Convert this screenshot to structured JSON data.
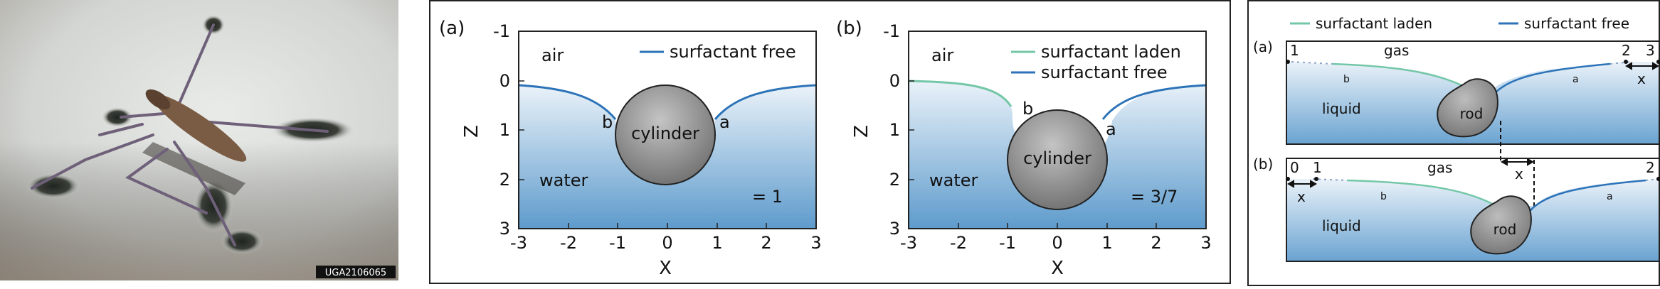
{
  "photo": {
    "watermark": "UGA2106065"
  },
  "center": {
    "panel_a": {
      "letter": "(a)",
      "air_label": "air",
      "water_label": "water",
      "cylinder_label": "cylinder",
      "contact_left": "b",
      "contact_right": "a",
      "legend": [
        {
          "label": "surfactant free",
          "color": "#2c73b8"
        }
      ],
      "ratio_text": "= 1",
      "xlabel": "X",
      "ylabel": "Z",
      "xticks": [
        "-3",
        "-2",
        "-1",
        "0",
        "1",
        "2",
        "3"
      ],
      "yticks": [
        "-1",
        "0",
        "1",
        "2",
        "3"
      ]
    },
    "panel_b": {
      "letter": "(b)",
      "air_label": "air",
      "water_label": "water",
      "cylinder_label": "cylinder",
      "contact_left": "b",
      "contact_right": "a",
      "legend": [
        {
          "label": "surfactant laden",
          "color": "#74c7a7"
        },
        {
          "label": "surfactant free",
          "color": "#2c73b8"
        }
      ],
      "ratio_text": "= 3/7",
      "xlabel": "X",
      "ylabel": "Z",
      "xticks": [
        "-3",
        "-2",
        "-1",
        "0",
        "1",
        "2",
        "3"
      ],
      "yticks": [
        "-1",
        "0",
        "1",
        "2",
        "3"
      ]
    }
  },
  "right": {
    "legend": [
      {
        "label": "surfactant laden",
        "color": "#74c7a7"
      },
      {
        "label": "surfactant free",
        "color": "#2c73b8"
      }
    ],
    "panel_a": {
      "letter": "(a)",
      "gas_label": "gas",
      "liquid_label": "liquid",
      "rod_label": "rod",
      "pt1": "1",
      "pt2": "2",
      "pt3": "3",
      "small_b": "b",
      "small_a": "a",
      "x_label": "x"
    },
    "panel_b": {
      "letter": "(b)",
      "gas_label": "gas",
      "liquid_label": "liquid",
      "rod_label": "rod",
      "pt0": "0",
      "pt1": "1",
      "pt2": "2",
      "small_b": "b",
      "small_a": "a",
      "x_label": "x",
      "x_label_mid": "x"
    }
  },
  "colors": {
    "laden": "#74c7a7",
    "free": "#2c73b8",
    "water_top": "#e6eff8",
    "water_bottom": "#5f9ccd"
  }
}
